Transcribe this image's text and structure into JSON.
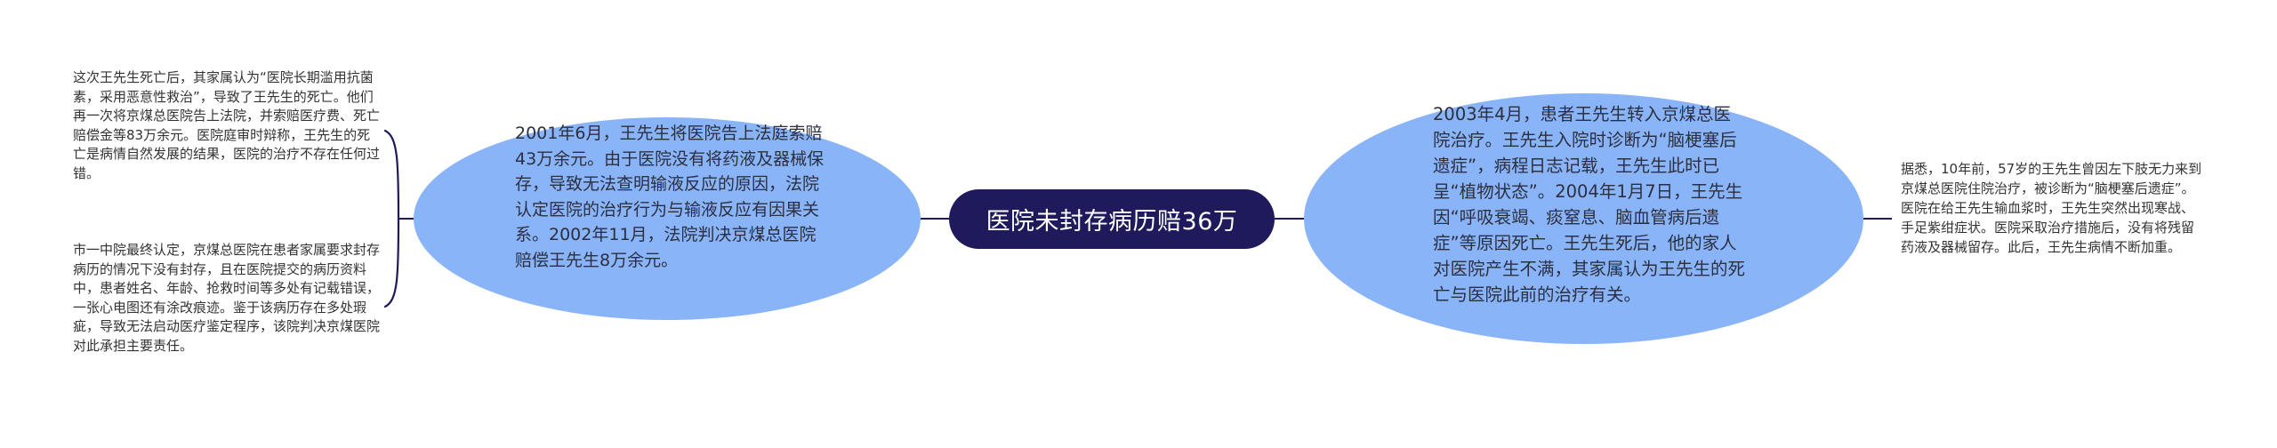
{
  "mindmap": {
    "root": {
      "label": "医院未封存病历赔36万"
    },
    "left_branch": {
      "bubble_text": "2001年6月，王先生将医院告上法庭索赔43万余元。由于医院没有将药液及器械保存，导致无法查明输液反应的原因，法院认定医院的治疗行为与输液反应有因果关系。2002年11月，法院判决京煤总医院赔偿王先生8万余元。",
      "notes": [
        "这次王先生死亡后，其家属认为“医院长期滥用抗菌素，采用恶意性救治”，导致了王先生的死亡。他们再一次将京煤总医院告上法院，并索赔医疗费、死亡赔偿金等83万余元。医院庭审时辩称，王先生的死亡是病情自然发展的结果，医院的治疗不存在任何过错。",
        "市一中院最终认定，京煤总医院在患者家属要求封存病历的情况下没有封存，且在医院提交的病历资料中，患者姓名、年龄、抢救时间等多处有记载错误，一张心电图还有涂改痕迹。鉴于该病历存在多处瑕疵，导致无法启动医疗鉴定程序，该院判决京煤医院对此承担主要责任。"
      ]
    },
    "right_branch": {
      "bubble_text": "2003年4月，患者王先生转入京煤总医院治疗。王先生入院时诊断为“脑梗塞后遗症”，病程日志记载，王先生此时已呈“植物状态”。2004年1月7日，王先生因“呼吸衰竭、痰窒息、脑血管病后遗症”等原因死亡。王先生死后，他的家人对医院产生不满，其家属认为王先生的死亡与医院此前的治疗有关。",
      "notes": [
        "据悉，10年前，57岁的王先生曾因左下肢无力来到京煤总医院住院治疗，被诊断为“脑梗塞后遗症”。医院在给王先生输血浆时，王先生突然出现寒战、手足紫绀症状。医院采取治疗措施后，没有将残留药液及器械留存。此后，王先生病情不断加重。"
      ]
    },
    "colors": {
      "root_fill": "#1e1a5c",
      "root_text": "#ffffff",
      "bubble_fill": "#8ab4f8",
      "bubble_text": "#2b2f40",
      "note_text": "#333333",
      "connector": "#1e1a5c"
    }
  }
}
